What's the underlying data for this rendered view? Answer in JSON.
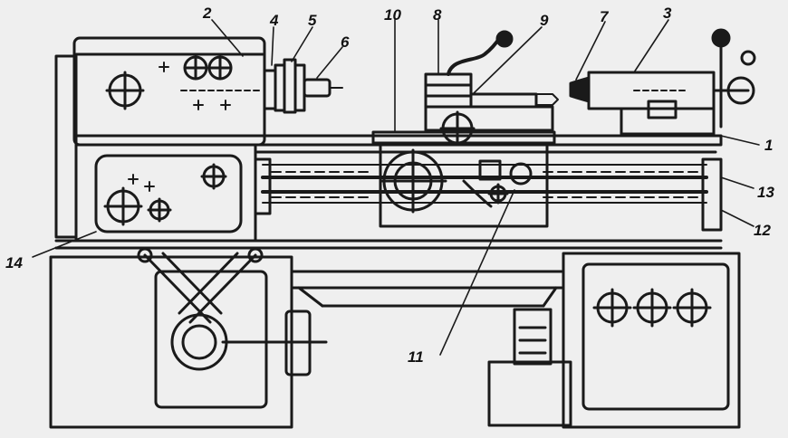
{
  "labels": {
    "n1": "1",
    "n2": "2",
    "n3": "3",
    "n4": "4",
    "n5": "5",
    "n6": "6",
    "n7": "7",
    "n8": "8",
    "n9": "9",
    "n10": "10",
    "n11": "11",
    "n12": "12",
    "n13": "13",
    "n14": "14"
  },
  "colors": {
    "ink": "#1a1a1a",
    "paper": "#efefef"
  }
}
